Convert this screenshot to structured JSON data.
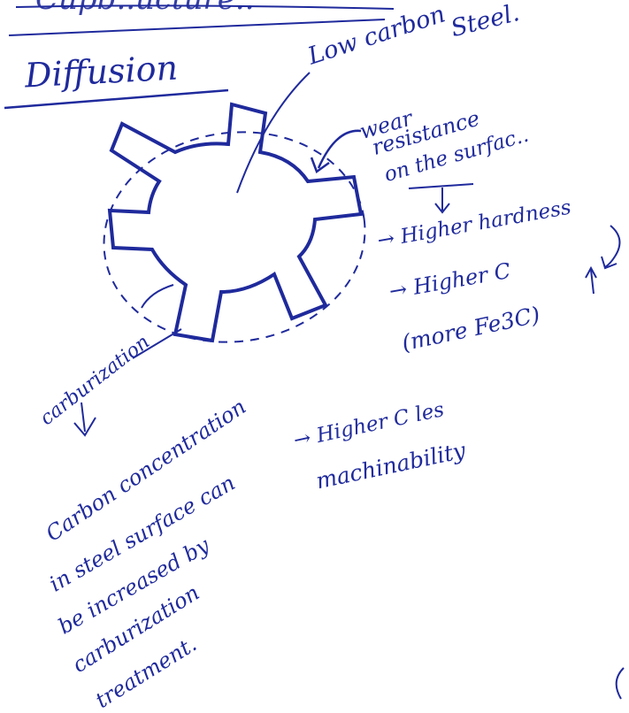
{
  "ink_color": "#1f2a9c",
  "paper_color": "#ffffff",
  "top_scribble": "Cupb..ucture..",
  "heading": "Diffusion",
  "material_label": {
    "line1": "Low carbon",
    "line2": "Steel."
  },
  "wear_label": {
    "line1": "wear",
    "line2": "resistance",
    "line3": "on the surfac.."
  },
  "effects": [
    "→ Higher hardness",
    "→ Higher C",
    "(more Fe3C)"
  ],
  "machinability": {
    "line1": "→ Higher C les",
    "line2": "machinability"
  },
  "process_label": "carburization",
  "process_definition": [
    "Carbon concentration",
    "in steel surface can",
    "be increased by",
    "carburization",
    "treatment."
  ],
  "icons": [
    "gear-icon",
    "arrow-down-icon",
    "arrow-up-icon",
    "arrow-curl-icon"
  ]
}
